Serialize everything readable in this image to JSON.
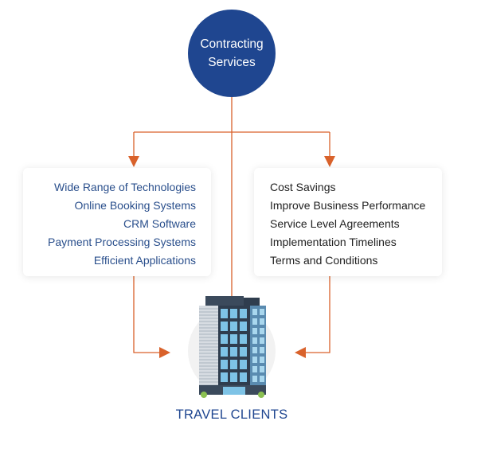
{
  "hub": {
    "line1": "Contracting",
    "line2": "Services"
  },
  "left_card": {
    "items": [
      "Wide Range of Technologies",
      "Online Booking Systems",
      "CRM Software",
      "Payment Processing Systems",
      "Efficient Applications"
    ]
  },
  "right_card": {
    "items": [
      "Cost Savings",
      "Improve Business Performance",
      "Service Level Agreements",
      "Implementation Timelines",
      "Terms and Conditions"
    ]
  },
  "clients": {
    "label": "TRAVEL CLIENTS",
    "icon": "office-building-icon"
  },
  "colors": {
    "hub": "#1f4690",
    "connector": "#d9622b",
    "left_text": "#2a4f8c",
    "right_text": "#222222",
    "label": "#1f4690"
  }
}
